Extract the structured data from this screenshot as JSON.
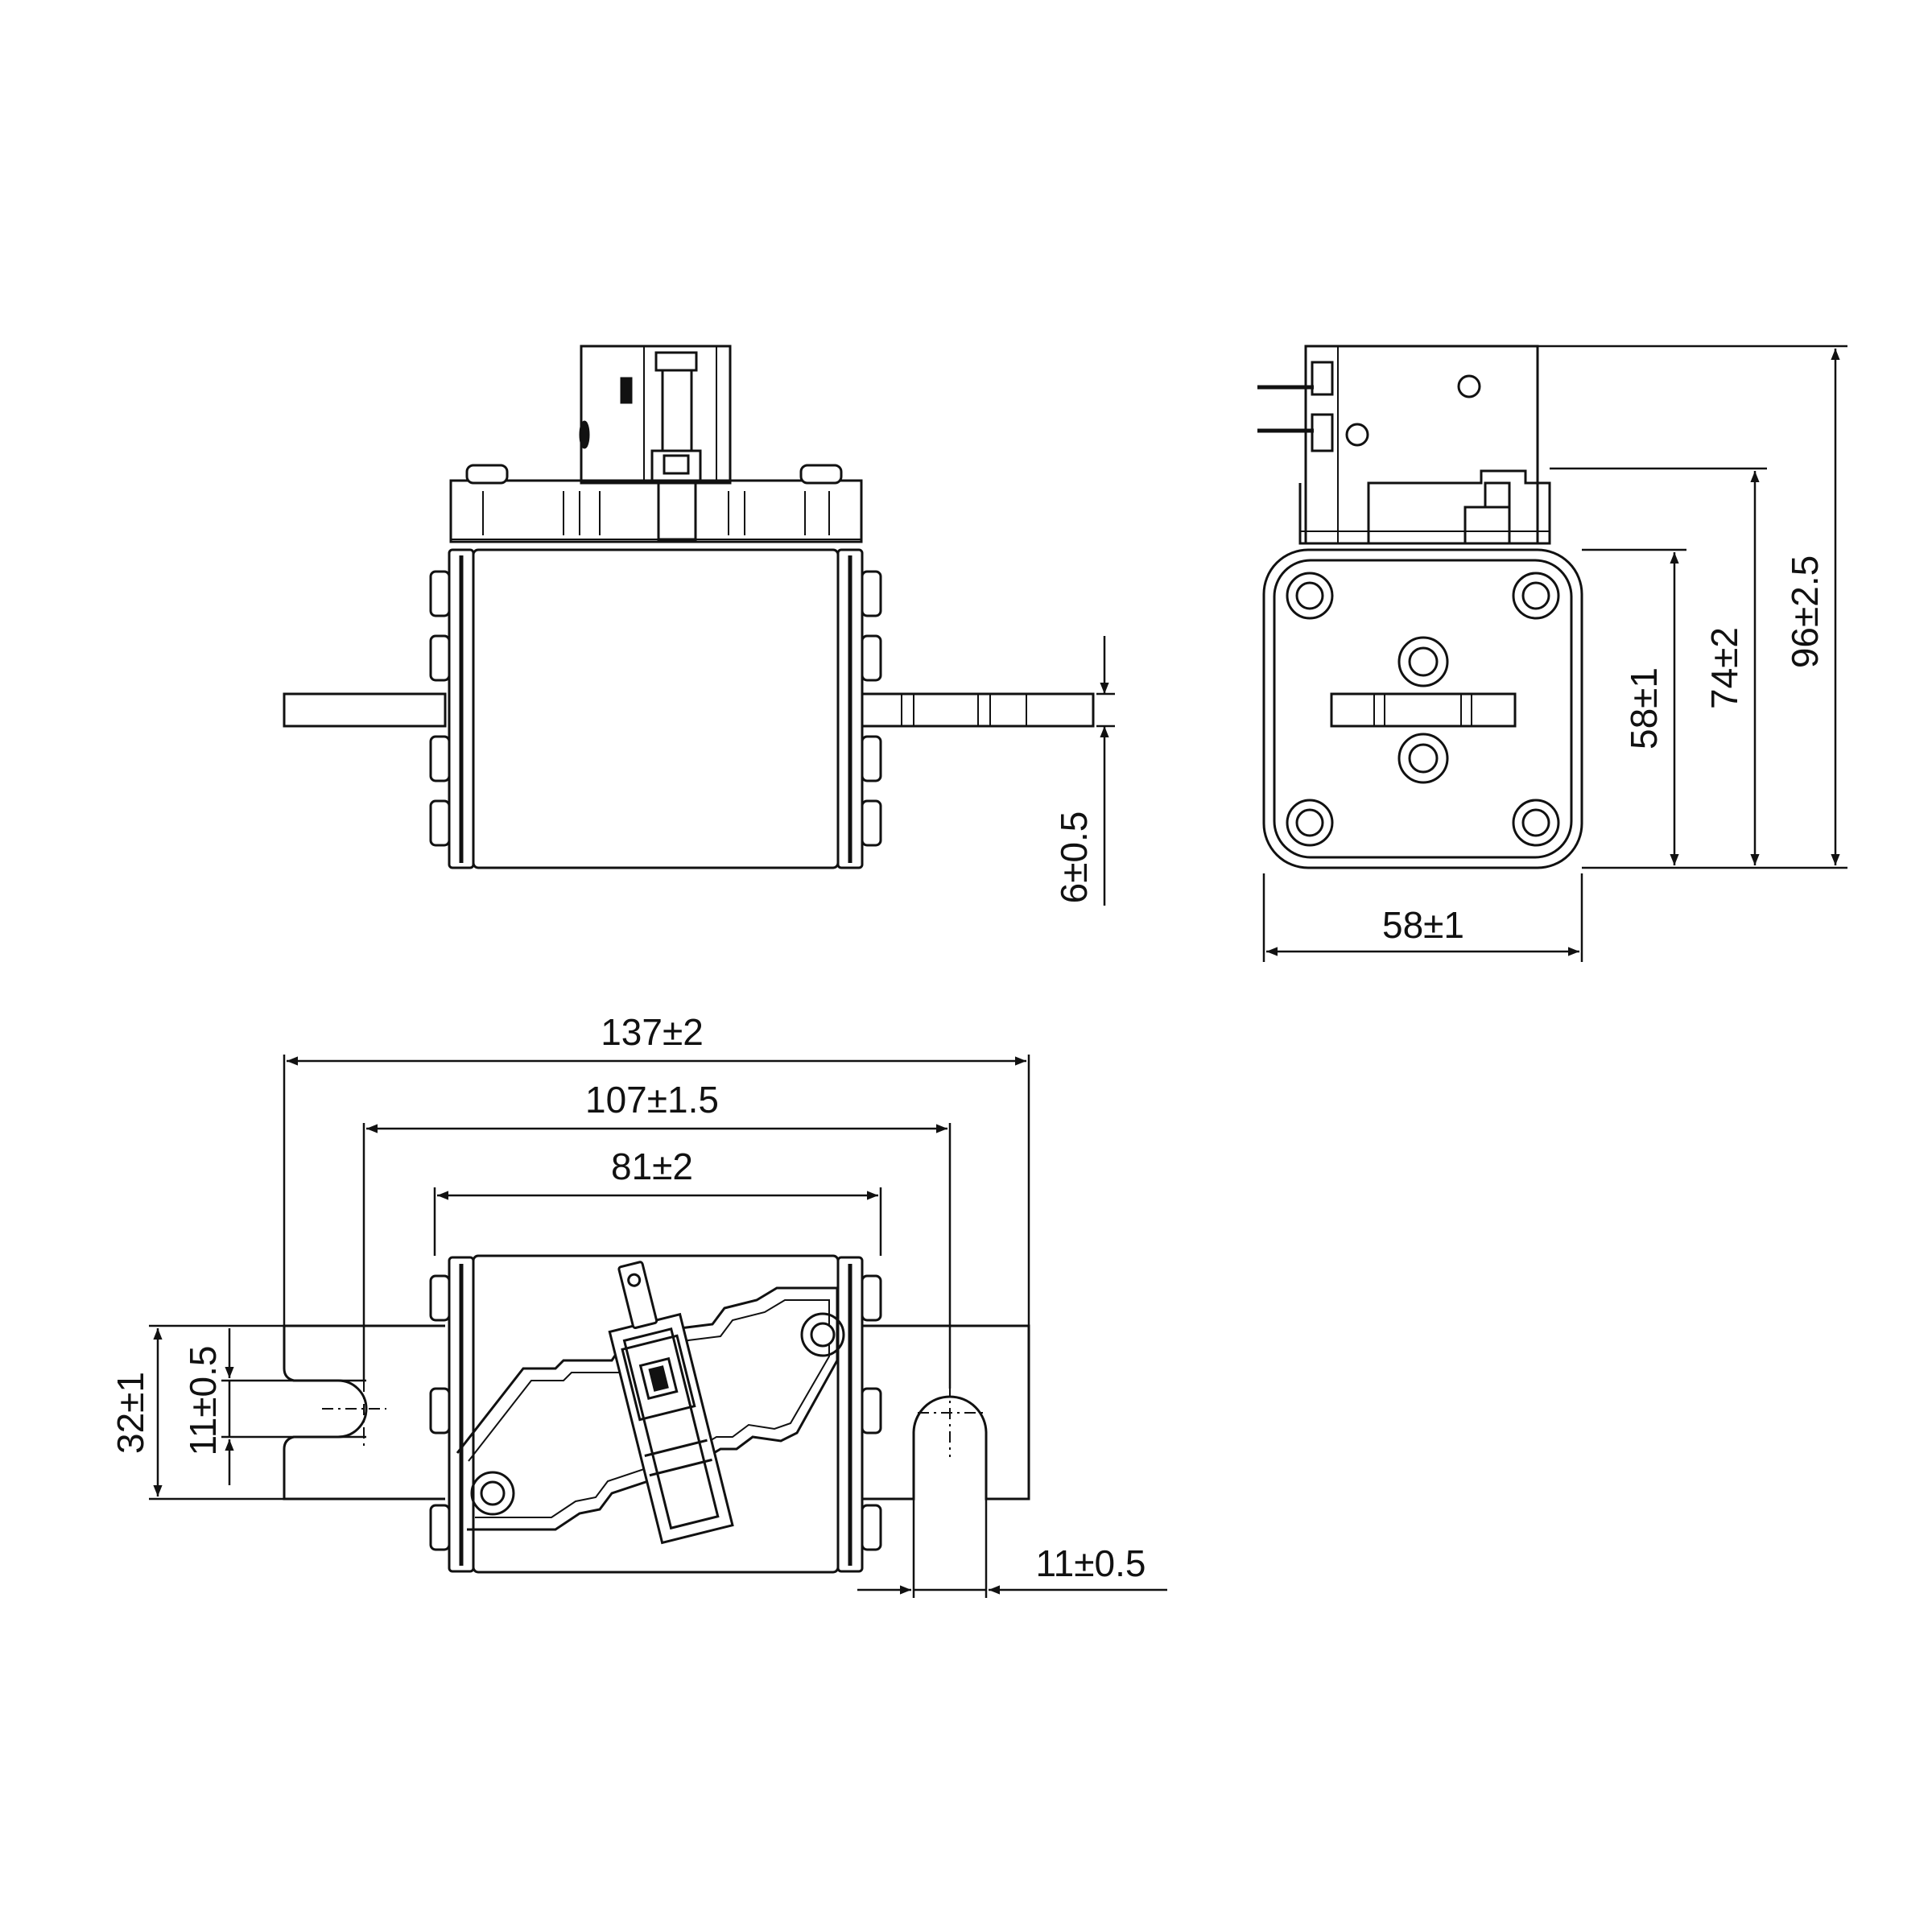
{
  "dimensions": {
    "blade_thickness": "6±0.5",
    "end_width": "58±1",
    "end_height": "58±1",
    "striker_height": "74±2",
    "overall_height": "96±2.5",
    "overall_length": "137±2",
    "slot_centers": "107±1.5",
    "body_length": "81±2",
    "blade_width": "32±1",
    "slot_width_left": "11±0.5",
    "slot_width_right": "11±0.5"
  }
}
